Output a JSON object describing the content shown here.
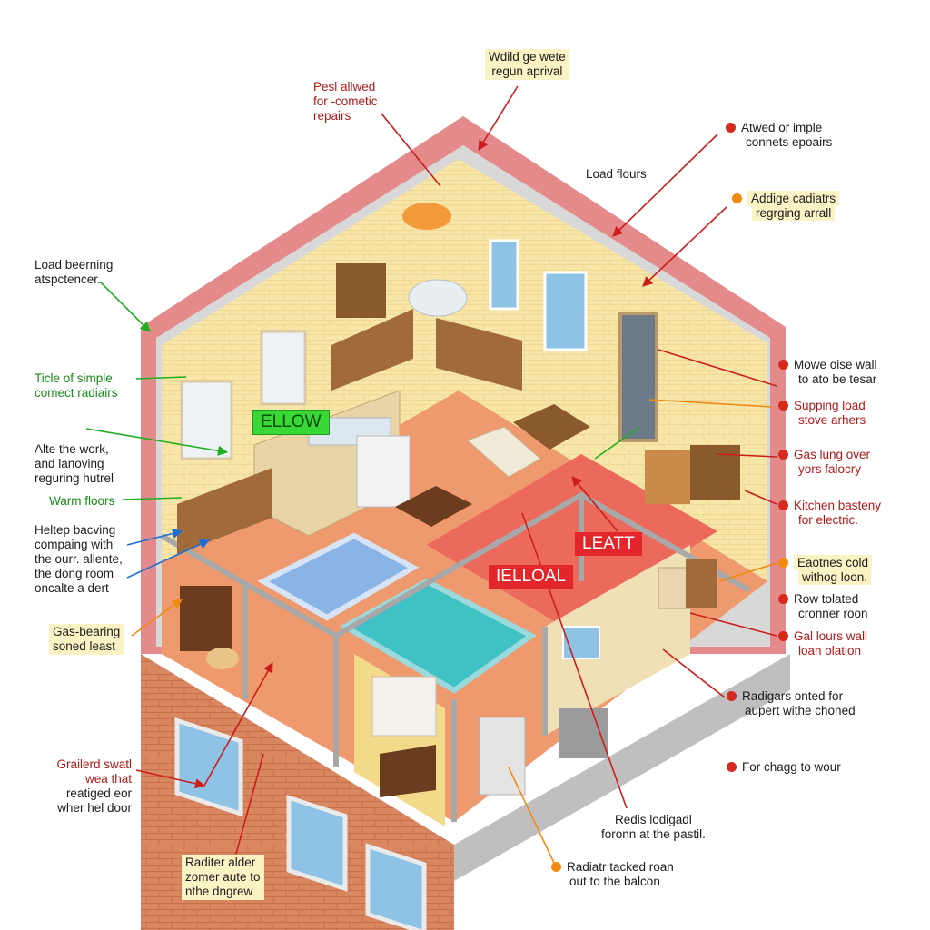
{
  "labels": {
    "top_center": [
      "Wdild ge wete",
      "regun aprival"
    ],
    "top_left": [
      "Pesl allwed",
      "for -cometic",
      "repairs"
    ],
    "top_right_1": [
      "Atwed or imple",
      "connets epoairs"
    ],
    "load_flours": "Load flours",
    "top_right_2": [
      "Addige cadiatrs",
      "regrging arrall"
    ],
    "load_bearing": [
      "Load beerning",
      "atspctencer."
    ],
    "ticle_simple": [
      "Ticle of simple",
      "comect radiairs"
    ],
    "alter_work": [
      "Alte the work,",
      "and lanoving",
      "reguring hutrel"
    ],
    "warm_floors": "Warm floors",
    "heltep": [
      "Heltep bacving",
      "compaing with",
      "the ourr. allente,",
      "the dong room",
      "oncalte a dert"
    ],
    "gas_bearing": [
      "Gas-bearing",
      "soned least"
    ],
    "grailerd": [
      "Grailerd swatl",
      "wea that",
      "reatiged eor",
      "wher hel door"
    ],
    "raditer_alder": [
      "Raditer alder",
      "zomer aute to",
      "nthe dngrew"
    ],
    "move_wall": [
      "Mowe oise wall",
      "to ato be tesar"
    ],
    "supping_load": [
      "Supping load",
      "stove arhers"
    ],
    "gas_lung": [
      "Gas lung over",
      "yors falocry"
    ],
    "kitchen_basteny": [
      "Kitchen basteny",
      "for electric."
    ],
    "eaotnes": [
      "Eaotnes cold",
      "withog loon."
    ],
    "row_tolated": [
      "Row tolated",
      "cronner roon"
    ],
    "gal_lours": [
      "Gal lours wall",
      "loan olation"
    ],
    "radigars": [
      "Radigars onted for",
      "aupert withe choned"
    ],
    "for_chagg": "For chagg to wour",
    "redis": [
      "Redis lodigadl",
      "foronn at the pastil."
    ],
    "radiatr": [
      "Radiatr tacked roan",
      "out to the balcon"
    ]
  },
  "tags": {
    "ellow": "ELLOW",
    "leatt": "LEATT",
    "ielloal": "IELLOAL"
  },
  "colors": {
    "roof": "#e58a8a",
    "wall": "#f7e6a8",
    "floor": "#ef9a6e",
    "brick": "#d98761",
    "pool": "#40c2c4",
    "red_zone": "#ec6a5c",
    "window": "#8ec3e6",
    "arrow_red": "#cc1d1d",
    "arrow_green": "#1fae1f",
    "arrow_blue": "#1f6fd0",
    "arrow_orange": "#ef8a12",
    "bullet_red": "#d62a1e",
    "bullet_orange": "#f08a10"
  },
  "icons": [
    "red-bullet-icon",
    "orange-bullet-icon",
    "callout-arrow-icon"
  ]
}
